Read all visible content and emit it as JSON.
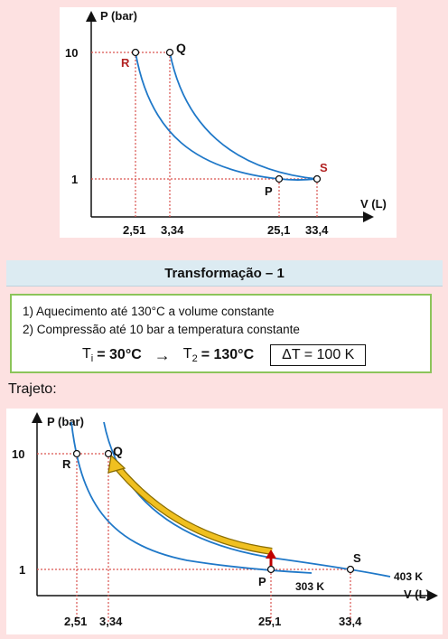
{
  "top_chart": {
    "y_axis_label": "P (bar)",
    "x_axis_label": "V (L)",
    "y_ticks": [
      "10",
      "1"
    ],
    "x_ticks": [
      "2,51",
      "3,34",
      "25,1",
      "33,4"
    ],
    "points": {
      "R": "R",
      "Q": "Q",
      "P": "P",
      "S": "S"
    }
  },
  "title": "Transformação – 1",
  "info": {
    "step1": "1) Aquecimento até 130°C a volume constante",
    "step2": "2) Compressão até 10 bar a temperatura constante",
    "t1_symbol": "T",
    "t1_sub": "i",
    "t1_value": "= 30°C",
    "arrow": "→",
    "t2_symbol": "T",
    "t2_sub": "2",
    "t2_value": "= 130°C",
    "delta_text": "ΔT = 100 K"
  },
  "trajeto_label": "Trajeto:",
  "bottom_chart": {
    "y_axis_label": "P (bar)",
    "x_axis_label": "V (L)",
    "y_ticks": [
      "10",
      "1"
    ],
    "x_ticks": [
      "2,51",
      "3,34",
      "25,1",
      "33,4"
    ],
    "points": {
      "R": "R",
      "Q": "Q",
      "P": "P",
      "S": "S"
    },
    "isotherm_labels": {
      "hot": "403 K",
      "cold": "303 K"
    }
  },
  "colors": {
    "curve": "#1f78c8",
    "guides": "#d9534f",
    "point_label_red": "#b22222",
    "path_arrow": "#f0c020",
    "heating_arrow": "#c00000",
    "info_border": "#8cc45a"
  }
}
